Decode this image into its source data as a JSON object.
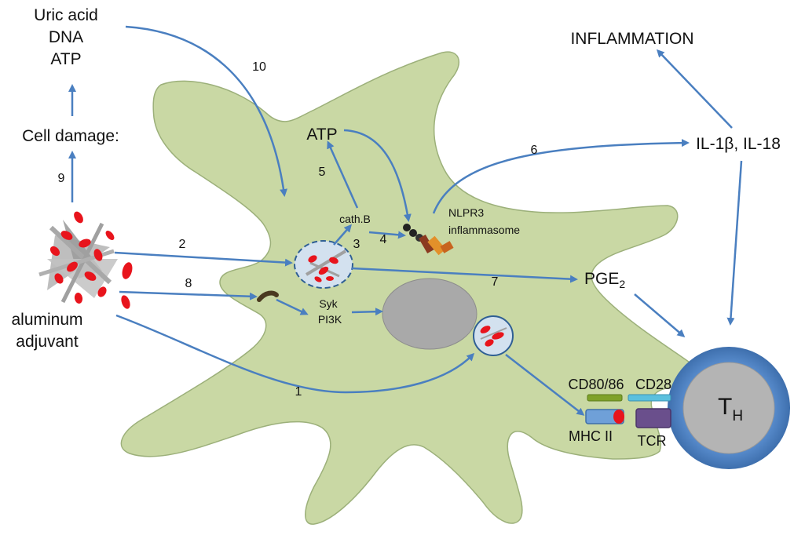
{
  "labels": {
    "uric_acid": "Uric acid",
    "dna": "DNA",
    "atp_top": "ATP",
    "cell_damage": "Cell damage:",
    "aluminum": "aluminum",
    "adjuvant": "adjuvant",
    "atp_cell": "ATP",
    "cath_b": "cath.B",
    "nlpr3": "NLPR3",
    "inflammasome": "inflammasome",
    "syk": "Syk",
    "pi3k": "PI3K",
    "inflammation": "INFLAMMATION",
    "il": "IL-1β, IL-18",
    "pge": "PGE",
    "pge_sub": "2",
    "cd80": "CD80/86",
    "cd28": "CD28",
    "mhc": "MHC II",
    "tcr": "TCR",
    "th": "T",
    "th_sub": "H"
  },
  "steps": {
    "s1": "1",
    "s2": "2",
    "s3": "3",
    "s4": "4",
    "s5": "5",
    "s6": "6",
    "s7": "7",
    "s8": "8",
    "s9": "9",
    "s10": "10"
  },
  "colors": {
    "cell_fill": "#c9d8a4",
    "cell_stroke": "#8fa46a",
    "arrow": "#4a7fc0",
    "nucleus": "#a9a9a9",
    "th_outer": "#4f81bd",
    "th_inner": "#b4b4b4",
    "particle": "#e8141c",
    "crystal": "#b0b0b0",
    "cd80_bar": "#7fa22a",
    "cd28_bar": "#5bc0de",
    "tcr_bar": "#6a4f8c",
    "mhc_bar": "#6fa0d8"
  }
}
